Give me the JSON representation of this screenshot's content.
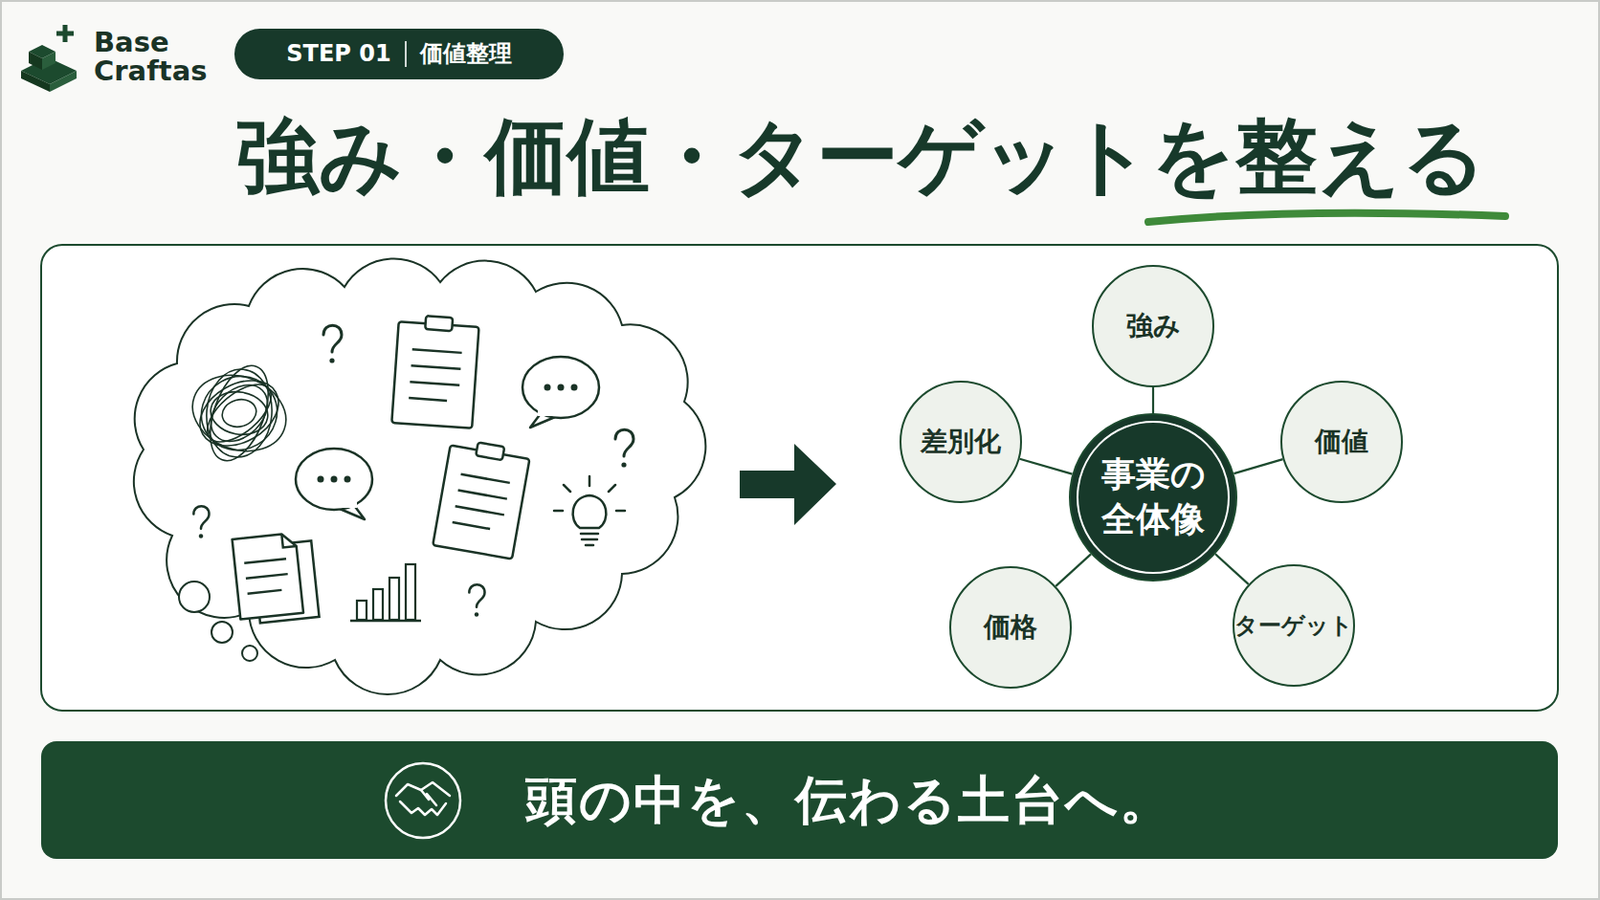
{
  "diagram": {
    "title": "強み・価値・ターゲットを整える",
    "nodes": [
      {
        "text": [
          "STEP 01",
          "価値整理"
        ]
      },
      {
        "text": [
          "強み"
        ]
      },
      {
        "text": [
          "差別化"
        ]
      },
      {
        "text": [
          "事業の 全体像"
        ]
      },
      {
        "text": [
          "価値"
        ]
      },
      {
        "text": [
          "価格"
        ]
      },
      {
        "text": [
          "ターゲット"
        ]
      },
      {
        "text": [
          "頭の中を、伝わる土台へ。"
        ]
      }
    ],
    "edges": [
      {
        "from": 3,
        "to": 1,
        "arrow": "none"
      },
      {
        "from": 3,
        "to": 2,
        "arrow": "none"
      },
      {
        "from": 3,
        "to": 4,
        "arrow": "none"
      },
      {
        "from": 3,
        "to": 5,
        "arrow": "none"
      },
      {
        "from": 3,
        "to": 6,
        "arrow": "none"
      }
    ],
    "labels": [
      "Base",
      "Craftas"
    ]
  }
}
